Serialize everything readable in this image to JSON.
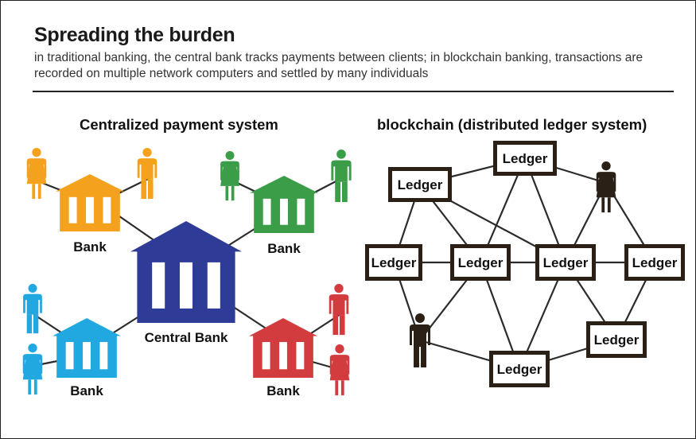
{
  "title": "Spreading the burden",
  "subtitle": "in traditional banking, the central bank tracks payments between clients; in blockchain banking, transactions are recorded on multiple network computers and settled by many individuals",
  "centralized": {
    "heading": "Centralized payment system",
    "central_bank_label": "Central  Bank",
    "bank_label": "Bank",
    "colors": {
      "central": "#2e3c97",
      "orange": "#f4a21e",
      "green": "#3c9d48",
      "cyan": "#21a8e0",
      "red": "#d23c3e",
      "line": "#2b2b2b"
    }
  },
  "blockchain": {
    "heading": "blockchain (distributed ledger system)",
    "ledger_label": "Ledger",
    "colors": {
      "node": "#2a2016",
      "line": "#2b2b2b"
    }
  }
}
